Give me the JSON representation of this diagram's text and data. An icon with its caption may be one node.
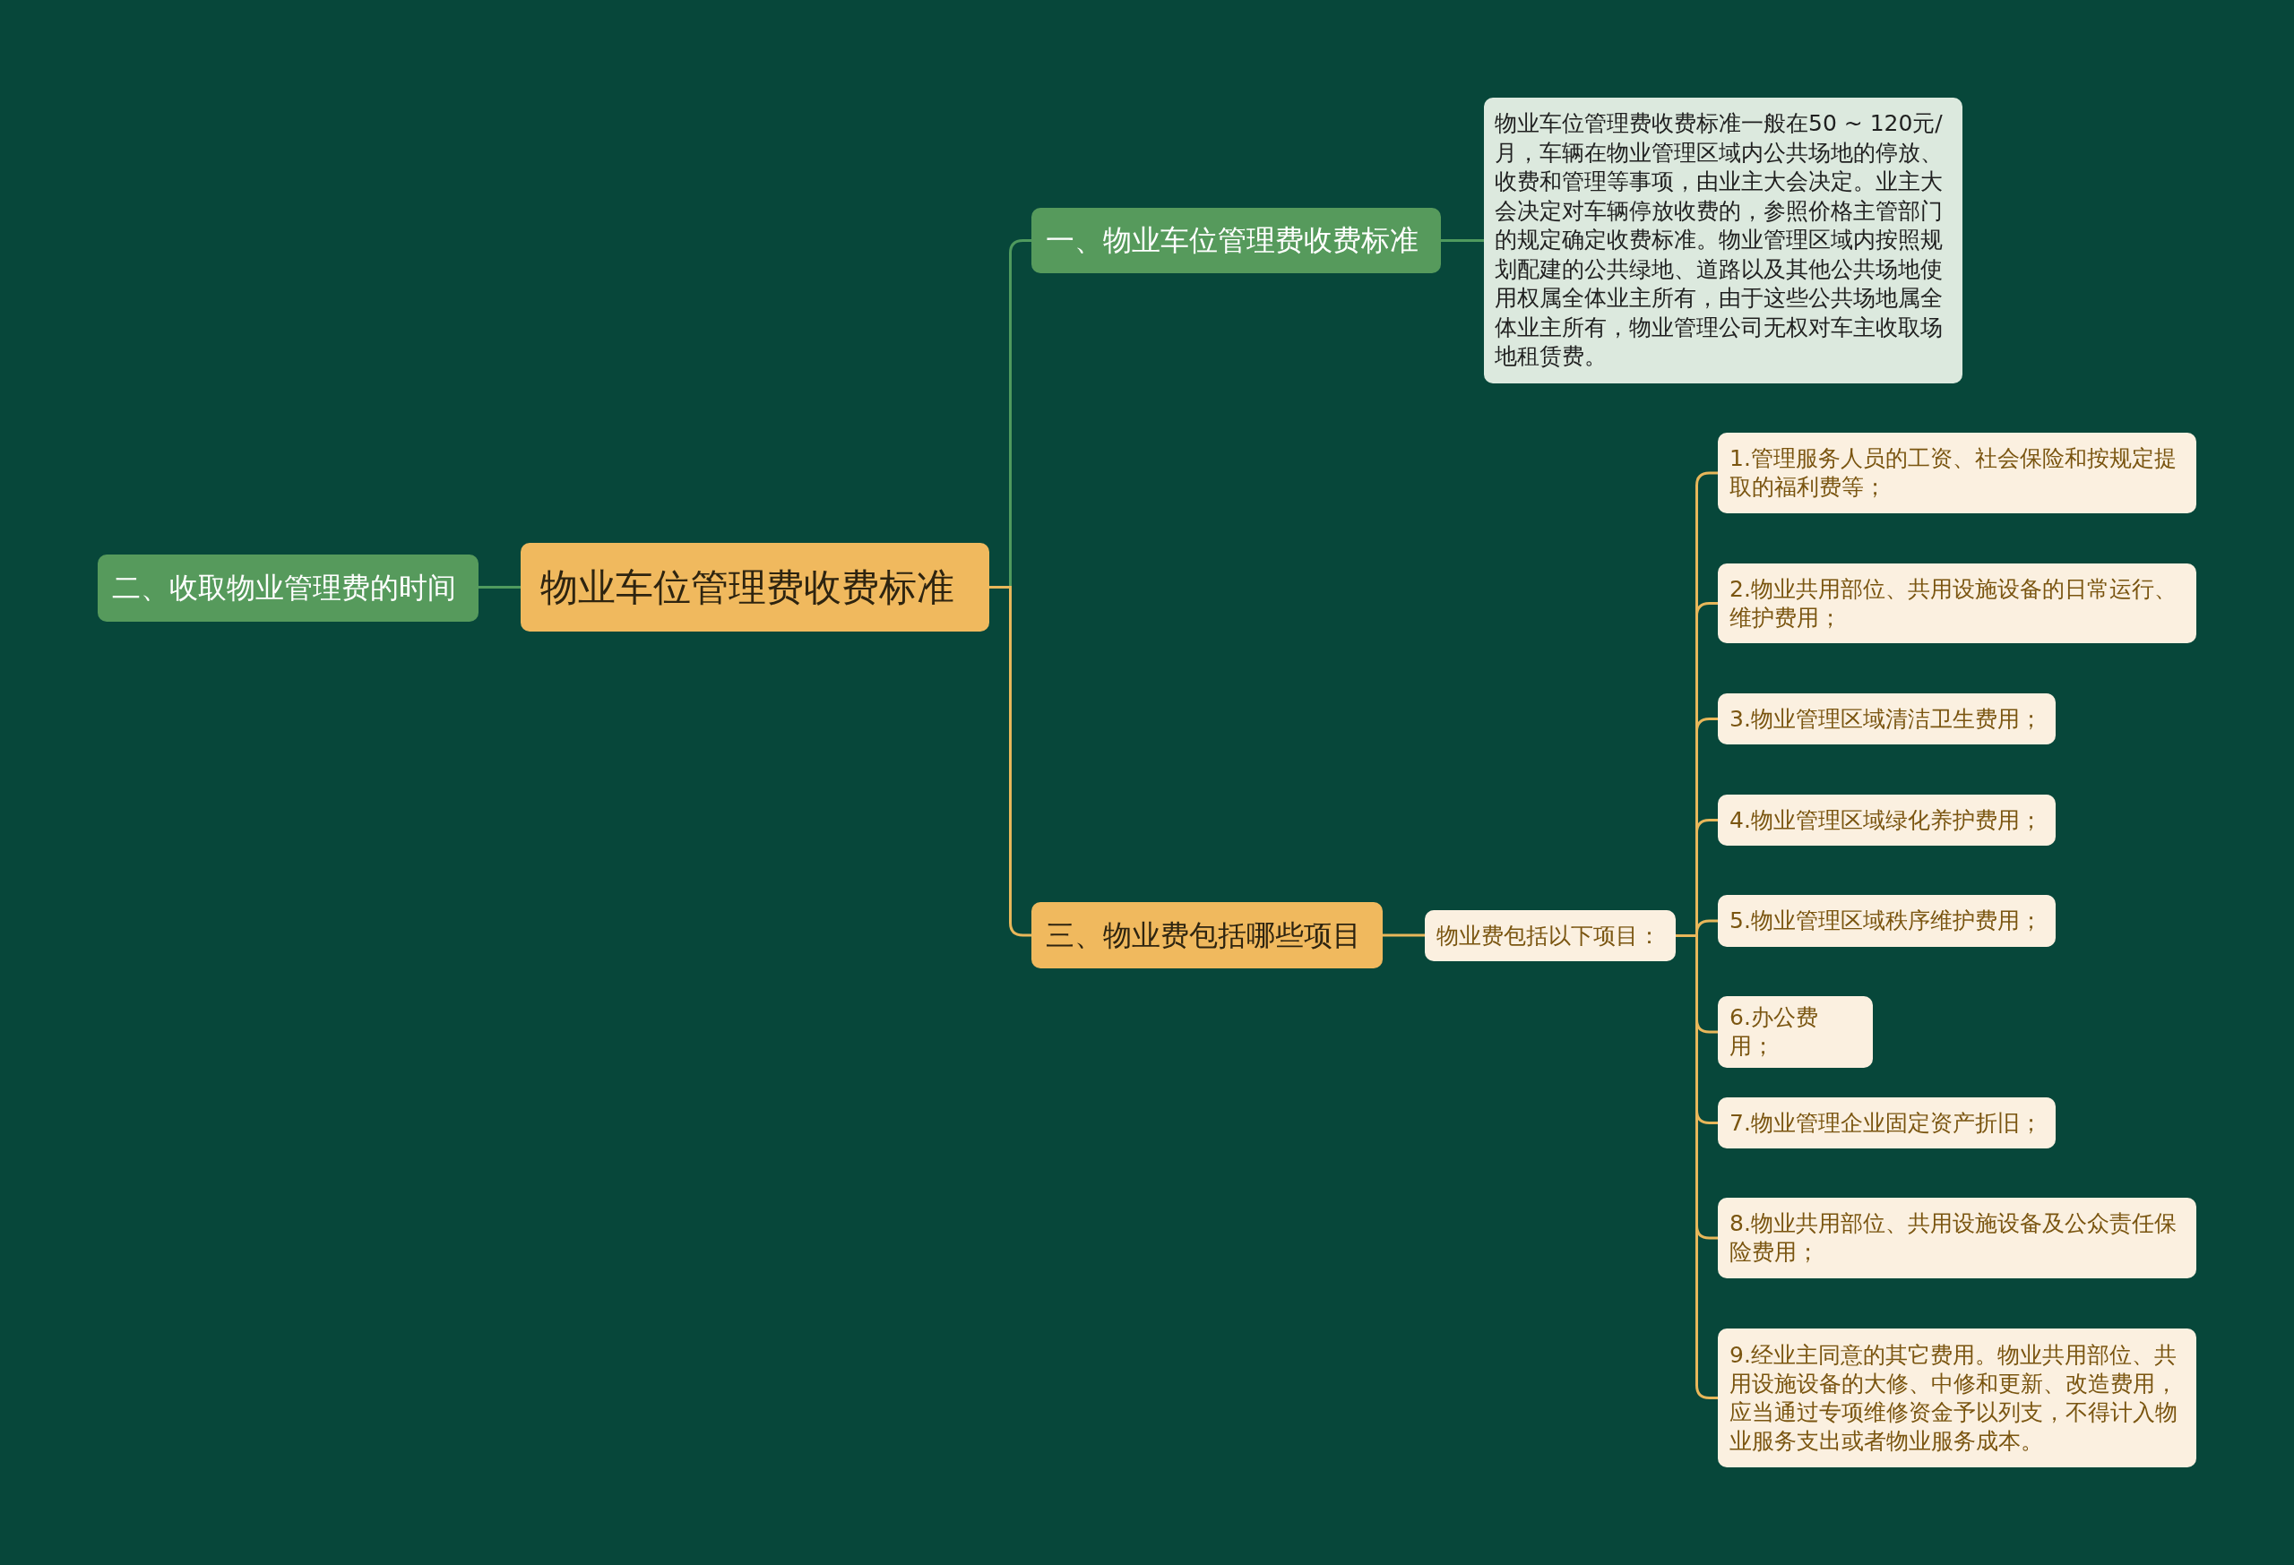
{
  "diagram": {
    "nodes": [
      {
        "text": [
          "物业车位管理费收费标准"
        ]
      },
      {
        "text": [
          "一、物业车位管理费收费标准"
        ]
      },
      {
        "text": [
          "物业车位管理费收费标准一般在50 ~ 120元/月，车辆在物业管理区域内公共场地的停放、收费和管理等事项，由业主大会决定。业主大会决定对车辆停放收费的，参照价格主管部门的规定确定收费标准。物业管理区域内按照规划配建的公共绿地、道路以及其他公共场地使用权属全体业主所有，由于这些公共场地属全体业主所有，物业管理公司无权对车主收取场地租赁费。"
        ]
      },
      {
        "text": [
          "二、收取物业管理费的时间"
        ]
      },
      {
        "text": [
          "三、物业费包括哪些项目"
        ]
      },
      {
        "text": [
          "物业费包括以下项目："
        ]
      },
      {
        "text": [
          "1.管理服务人员的工资、社会保险和按规定提取的福利费等；"
        ]
      },
      {
        "text": [
          "2.物业共用部位、共用设施设备的日常运行、维护费用；"
        ]
      },
      {
        "text": [
          "3.物业管理区域清洁卫生费用；"
        ]
      },
      {
        "text": [
          "4.物业管理区域绿化养护费用；"
        ]
      },
      {
        "text": [
          "5.物业管理区域秩序维护费用；"
        ]
      },
      {
        "text": [
          "6.办公费用；"
        ]
      },
      {
        "text": [
          "7.物业管理企业固定资产折旧；"
        ]
      },
      {
        "text": [
          "8.物业共用部位、共用设施设备及公众责任保险费用；"
        ]
      },
      {
        "text": [
          "9.经业主同意的其它费用。物业共用部位、共用设施设备的大修、中修和更新、改造费用，应当通过专项维修资金予以列支，不得计入物业服务支出或者物业服务成本。"
        ]
      }
    ],
    "edges": [
      {
        "from": 0,
        "to": 1,
        "arrow": "none",
        "color": "#4f9a5e"
      },
      {
        "from": 1,
        "to": 2,
        "arrow": "none",
        "color": "#4f9a5e"
      },
      {
        "from": 0,
        "to": 3,
        "arrow": "none",
        "color": "#4f9a5e"
      },
      {
        "from": 0,
        "to": 4,
        "arrow": "none"
      },
      {
        "from": 4,
        "to": 5,
        "arrow": "none"
      },
      {
        "from": 5,
        "to": 6,
        "arrow": "none"
      },
      {
        "from": 5,
        "to": 7,
        "arrow": "none"
      },
      {
        "from": 5,
        "to": 8,
        "arrow": "none"
      },
      {
        "from": 5,
        "to": 9,
        "arrow": "none"
      },
      {
        "from": 5,
        "to": 10,
        "arrow": "none"
      },
      {
        "from": 5,
        "to": 11,
        "arrow": "none"
      },
      {
        "from": 5,
        "to": 12,
        "arrow": "none"
      },
      {
        "from": 5,
        "to": 13,
        "arrow": "none"
      },
      {
        "from": 5,
        "to": 14,
        "arrow": "none"
      }
    ]
  }
}
